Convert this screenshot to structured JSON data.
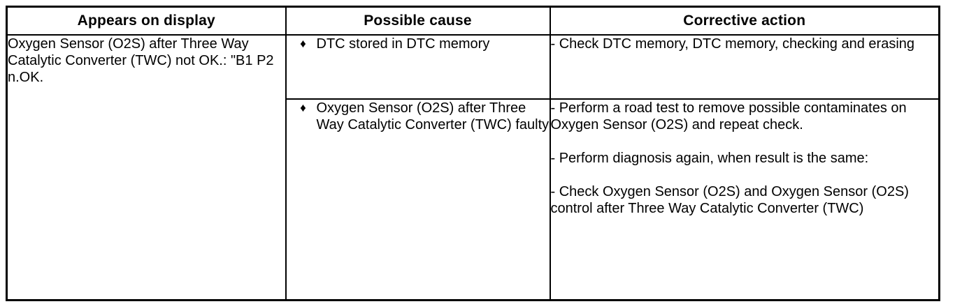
{
  "colors": {
    "ink": "#000000",
    "paper": "#ffffff"
  },
  "table": {
    "headers": [
      {
        "label": "Appears on display"
      },
      {
        "label": "Possible cause"
      },
      {
        "label": "Corrective action"
      }
    ],
    "bullet_char": "♦",
    "display_text": "Oxygen Sensor (O2S) after Three Way Catalytic Converter (TWC) not OK.: \"B1 P2 n.OK.",
    "rows": [
      {
        "cause": "DTC stored in DTC memory",
        "actions": [
          "- Check DTC memory, DTC memory, checking and erasing"
        ]
      },
      {
        "cause": "Oxygen Sensor (O2S) after Three Way Catalytic Converter (TWC) faulty",
        "actions": [
          "- Perform a road test to remove possible contaminates on Oxygen Sensor (O2S) and repeat check.",
          "- Perform diagnosis again, when result is the same:",
          "- Check Oxygen Sensor (O2S) and Oxygen Sensor (O2S) control after Three Way Catalytic Converter (TWC)"
        ]
      }
    ]
  }
}
